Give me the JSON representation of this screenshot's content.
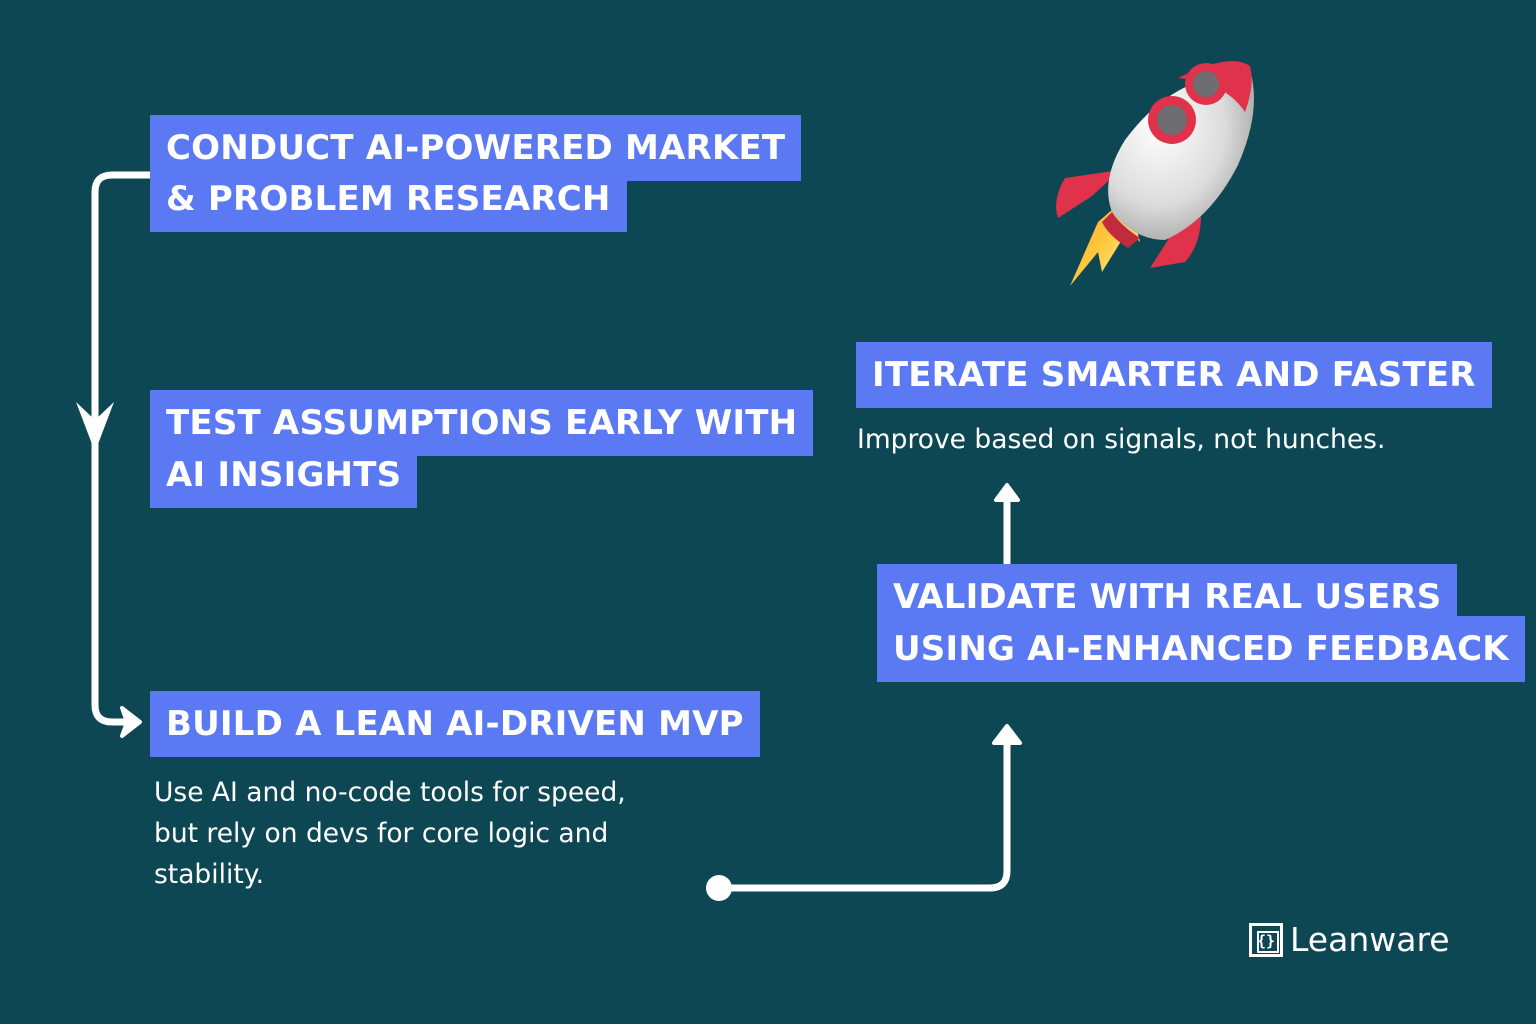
{
  "steps": {
    "research": {
      "line1": "CONDUCT AI-POWERED MARKET",
      "line2": "& PROBLEM RESEARCH"
    },
    "test": {
      "line1": "TEST ASSUMPTIONS EARLY WITH",
      "line2": "AI INSIGHTS"
    },
    "build": {
      "line1": "BUILD A LEAN AI-DRIVEN MVP",
      "desc_line1": "Use AI and no-code tools for speed,",
      "desc_line2": "but rely on devs for core logic and",
      "desc_line3": "stability."
    },
    "validate": {
      "line1": "VALIDATE WITH REAL USERS",
      "line2": "USING AI-ENHANCED FEEDBACK"
    },
    "iterate": {
      "line1": "ITERATE SMARTER AND FASTER",
      "desc": "Improve based on signals, not hunches."
    }
  },
  "brand": {
    "name": "Leanware",
    "mark": "{}"
  },
  "icons": [
    "rocket-icon",
    "arrow-down-icon",
    "arrow-right-icon",
    "arrow-up-icon"
  ],
  "colors": {
    "background": "#0e4754",
    "label_fill": "#5b79f2",
    "text": "#ffffff",
    "connector": "#ffffff"
  }
}
